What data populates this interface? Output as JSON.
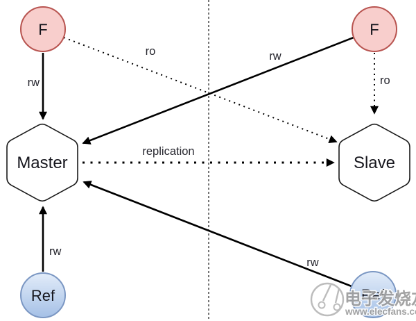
{
  "diagram": {
    "nodes": {
      "f_left": {
        "label": "F",
        "shape": "circle"
      },
      "f_right": {
        "label": "F",
        "shape": "circle"
      },
      "master": {
        "label": "Master",
        "shape": "hexagon"
      },
      "slave": {
        "label": "Slave",
        "shape": "hexagon"
      },
      "ref_left": {
        "label": "Ref",
        "shape": "circle"
      },
      "ref_right": {
        "label": "Ref",
        "shape": "circle"
      }
    },
    "edges": {
      "f_left_to_master": {
        "label": "rw",
        "style": "solid",
        "from": "F (top-left)",
        "to": "Master"
      },
      "f_left_to_slave": {
        "label": "ro",
        "style": "dotted",
        "from": "F (top-left)",
        "to": "Slave"
      },
      "f_right_to_master": {
        "label": "rw",
        "style": "solid",
        "from": "F (top-right)",
        "to": "Master"
      },
      "f_right_to_slave": {
        "label": "ro",
        "style": "dotted",
        "from": "F (top-right)",
        "to": "Slave"
      },
      "master_to_slave": {
        "label": "replication",
        "style": "dotted",
        "from": "Master",
        "to": "Slave"
      },
      "ref_left_to_master": {
        "label": "rw",
        "style": "solid",
        "from": "Ref (bottom-left)",
        "to": "Master"
      },
      "ref_right_to_master": {
        "label": "rw",
        "style": "solid",
        "from": "Ref (bottom-right)",
        "to": "Master"
      }
    },
    "colors": {
      "f_node_fill": "#f8cecc",
      "f_node_stroke": "#b85450",
      "ref_node_fill_top": "#dde9f8",
      "ref_node_fill_bottom": "#a5c0e6",
      "ref_node_stroke": "#7b97c3",
      "hexagon_fill": "#ffffff",
      "line_color": "#000000",
      "label_color": "#26262e",
      "watermark_color": "#9a9a9a"
    }
  },
  "watermark": {
    "brand": "电子发烧友",
    "site": "www.elecfans.com"
  }
}
